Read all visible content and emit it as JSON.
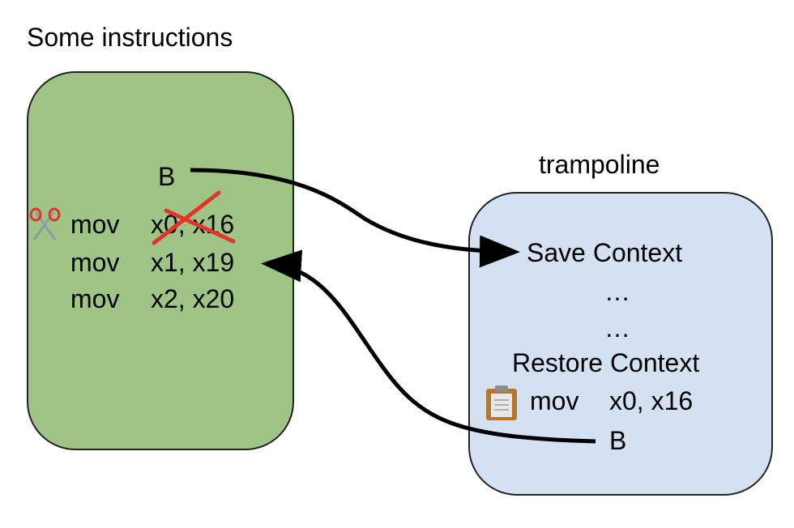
{
  "left_block": {
    "title": "Some instructions",
    "branch": "B",
    "lines": [
      {
        "op": "mov",
        "args": "x0, x16"
      },
      {
        "op": "mov",
        "args": "x1, x19"
      },
      {
        "op": "mov",
        "args": "x2, x20"
      }
    ],
    "cut_icon": "scissors-icon",
    "fill_color": "#9fc586"
  },
  "right_block": {
    "title": "trampoline",
    "save": "Save Context",
    "ellipsis_1": "…",
    "ellipsis_2": "…",
    "restore": "Restore Context",
    "moved_op": "mov",
    "moved_args": "x0, x16",
    "branch": "B",
    "paste_icon": "clipboard-icon",
    "fill_color": "#d4e1f2"
  },
  "colors": {
    "strike": "#e3342b",
    "arrow": "#000000"
  }
}
